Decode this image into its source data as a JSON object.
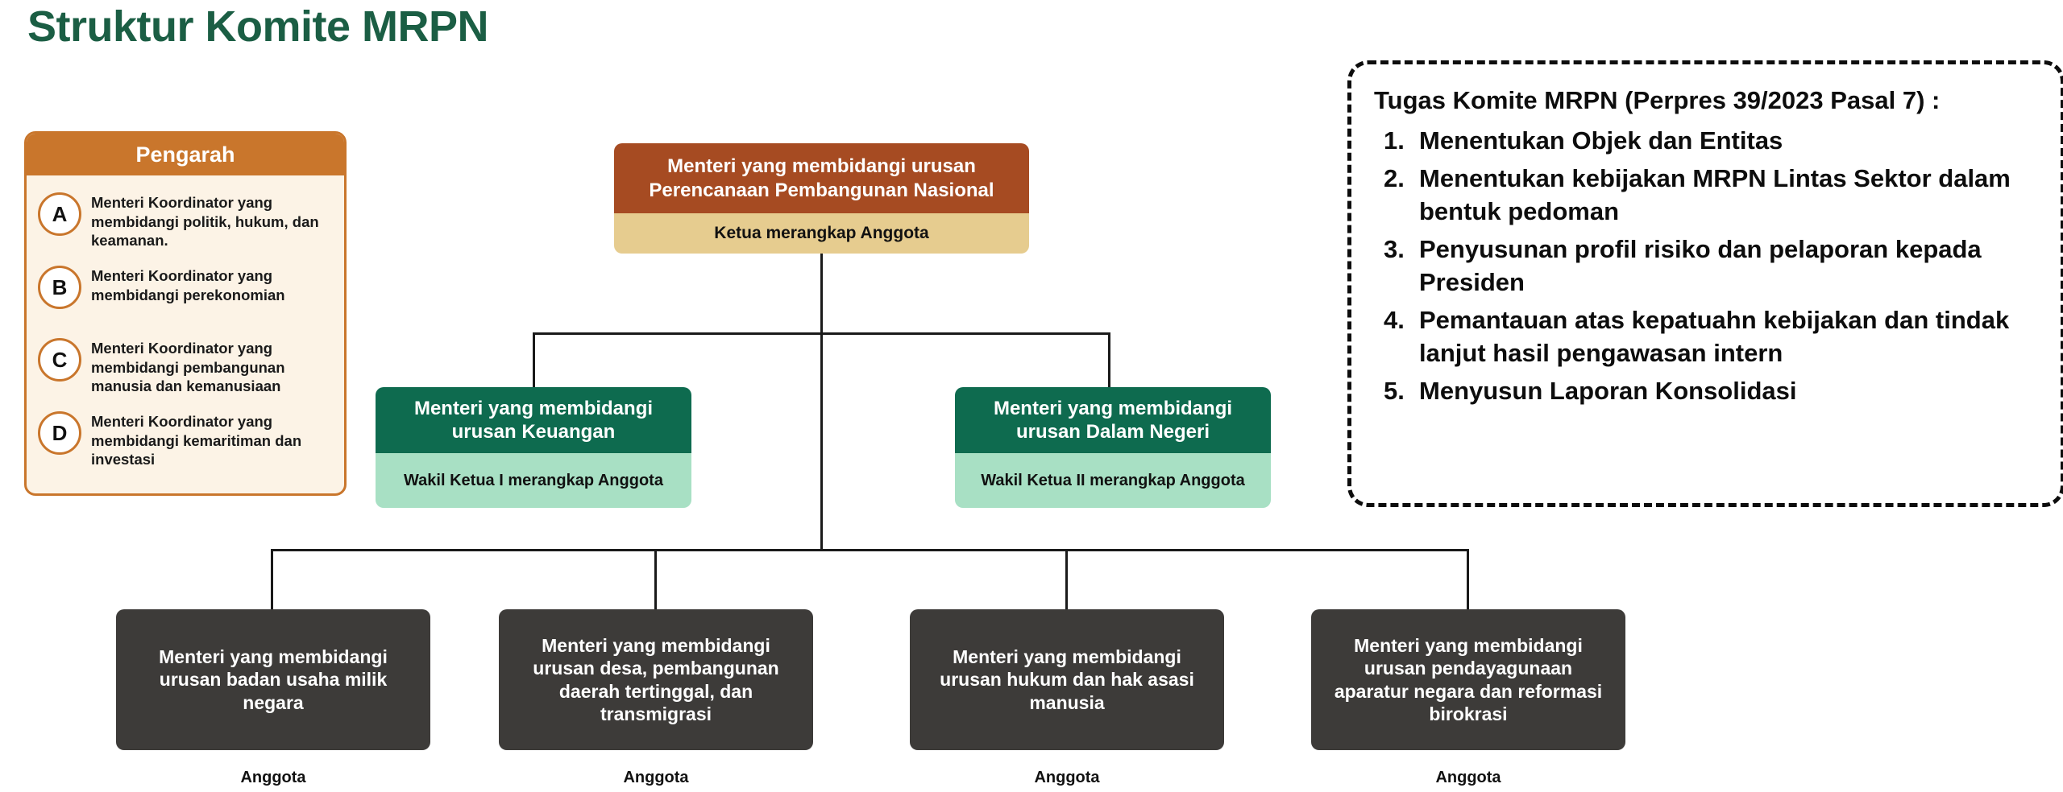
{
  "page": {
    "title": "Struktur Komite MRPN"
  },
  "colors": {
    "title_green": "#1B5E44",
    "pengarah_orange": "#C9762C",
    "pengarah_cream": "#FCF3E6",
    "chair_brown": "#A64B22",
    "chair_tan": "#E6CC8F",
    "vice_green": "#0E6B4F",
    "vice_mint": "#A8E0C4",
    "member_gray": "#3D3B39",
    "line_black": "#1A1A1A"
  },
  "pengarah": {
    "header": "Pengarah",
    "items": [
      {
        "badge": "A",
        "text": "Menteri Koordinator yang membidangi politik, hukum, dan keamanan."
      },
      {
        "badge": "B",
        "text": "Menteri Koordinator yang membidangi perekonomian"
      },
      {
        "badge": "C",
        "text": "Menteri Koordinator yang membidangi pembangunan manusia dan kemanusiaan"
      },
      {
        "badge": "D",
        "text": "Menteri Koordinator yang membidangi kemaritiman dan investasi"
      }
    ]
  },
  "chart_data": {
    "type": "diagram",
    "chair": {
      "title": "Menteri yang membidangi urusan Perencanaan Pembangunan Nasional",
      "role": "Ketua merangkap Anggota"
    },
    "vice_chairs": [
      {
        "title": "Menteri yang membidangi urusan Keuangan",
        "role": "Wakil Ketua I merangkap Anggota"
      },
      {
        "title": "Menteri yang membidangi urusan Dalam Negeri",
        "role": "Wakil Ketua II merangkap Anggota"
      }
    ],
    "members": [
      {
        "title": "Menteri yang membidangi urusan badan usaha milik negara",
        "caption": "Anggota"
      },
      {
        "title": "Menteri yang membidangi urusan desa, pembangunan daerah tertinggal, dan transmigrasi",
        "caption": "Anggota"
      },
      {
        "title": "Menteri yang membidangi urusan hukum dan hak asasi manusia",
        "caption": "Anggota"
      },
      {
        "title": "Menteri yang membidangi urusan pendayagunaan aparatur negara dan reformasi birokrasi",
        "caption": "Anggota"
      }
    ]
  },
  "tugas": {
    "heading": "Tugas Komite MRPN (Perpres 39/2023 Pasal 7) :",
    "items": [
      {
        "num": "1.",
        "text": "Menentukan Objek dan Entitas"
      },
      {
        "num": "2.",
        "text": "Menentukan kebijakan MRPN Lintas Sektor dalam bentuk pedoman"
      },
      {
        "num": "3.",
        "text": "Penyusunan profil risiko dan pelaporan kepada Presiden"
      },
      {
        "num": "4.",
        "text": "Pemantauan atas kepatuahn kebijakan dan tindak lanjut hasil pengawasan intern"
      },
      {
        "num": "5.",
        "text": "Menyusun Laporan Konsolidasi"
      }
    ]
  }
}
